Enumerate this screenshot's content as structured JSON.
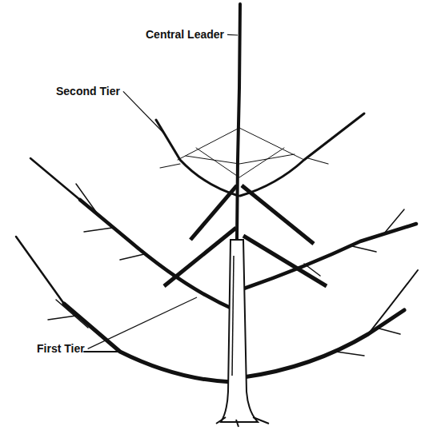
{
  "diagram": {
    "labels": [
      "Central Leader",
      "Second Tier",
      "First Tier"
    ]
  }
}
